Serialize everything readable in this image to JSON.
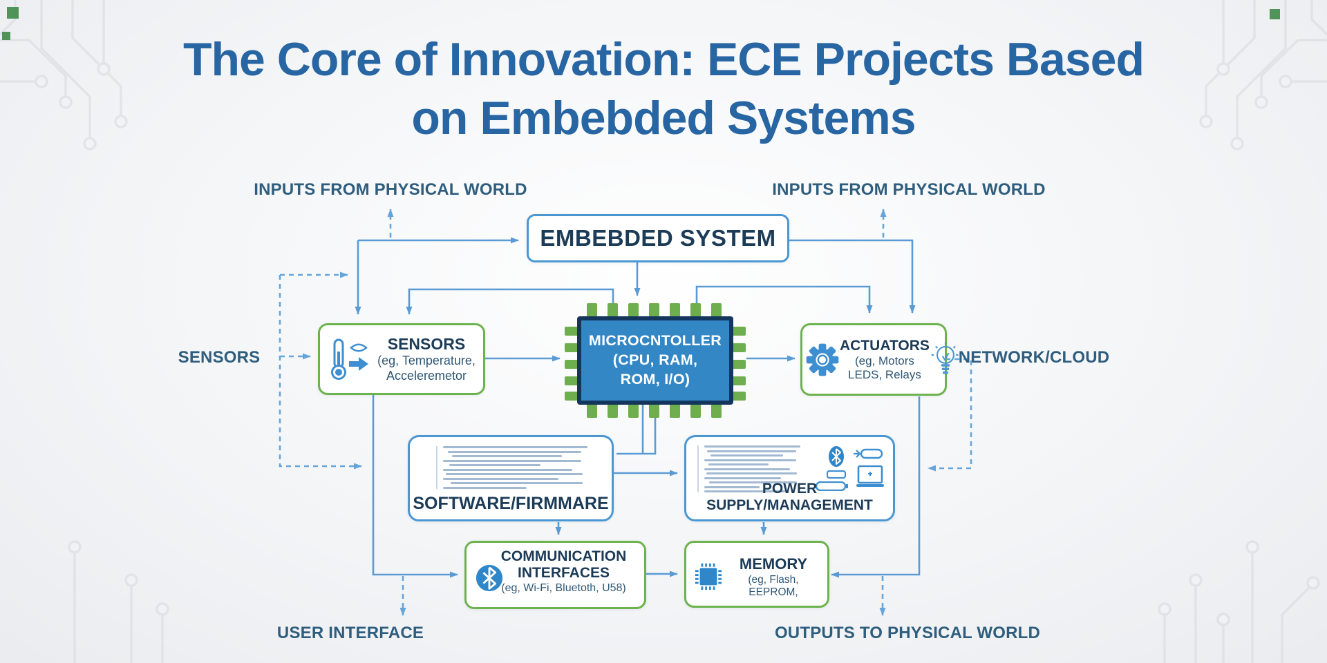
{
  "title": {
    "line1": "The Core of Innovation: ECE Projects Based",
    "line2": "on Embebded Systems"
  },
  "labels": {
    "inputs_left": "INPUTS FROM PHYSICAL WORLD",
    "inputs_right": "INPUTS FROM PHYSICAL WORLD",
    "sensors_side": "SENSORS",
    "network_cloud": "NETWORK/CLOUD",
    "user_interface": "USER INTERFACE",
    "outputs": "OUTPUTS TO PHYSICAL WORLD"
  },
  "nodes": {
    "embedded_system": {
      "title": "EMBEBDED SYSTEM"
    },
    "sensors": {
      "title": "SENSORS",
      "line1": "(eg, Temperature,",
      "line2": "Acceleremetor",
      "icons": [
        "thermometer-icon",
        "eye-icon",
        "arrow-right-icon"
      ]
    },
    "microcontroller": {
      "line1": "MICROCNTOLLER",
      "line2": "(CPU, RAM,",
      "line3": "ROM, I/O)"
    },
    "actuators": {
      "title": "ACTUATORS",
      "line1": "(eg, Motors",
      "line2": "LEDS, Relays",
      "icons": [
        "gear-icon",
        "lightbulb-icon"
      ]
    },
    "software": {
      "title": "SOFTWARE/FIRMMARE"
    },
    "power": {
      "title": "POWER SUPPLY/MANAGEMENT",
      "icons": [
        "bluetooth-icon",
        "battery-icon",
        "usb-icon",
        "laptop-icon",
        "plug-icon"
      ]
    },
    "comm": {
      "title1": "COMMUNICATION",
      "title2": "INTERFACES",
      "line": "(eg, Wi-Fi, Bluetoth, U58)",
      "icon": "bluetooth-icon"
    },
    "memory": {
      "title": "MEMORY",
      "line": "(eg, Flash, EEPROM,",
      "icon": "memory-chip-icon"
    }
  },
  "colors": {
    "accent-blue": "#4a97d2",
    "connector-blue": "#5b9bd5",
    "dashed-blue": "#66a5da",
    "green": "#6cb24d",
    "navy": "#1c3b57",
    "title-blue": "#2765a3",
    "chip-fill": "#3487c5",
    "chip-border": "#14365c",
    "pin-green": "#6fae4e",
    "icon-blue": "#3d8fd1"
  }
}
